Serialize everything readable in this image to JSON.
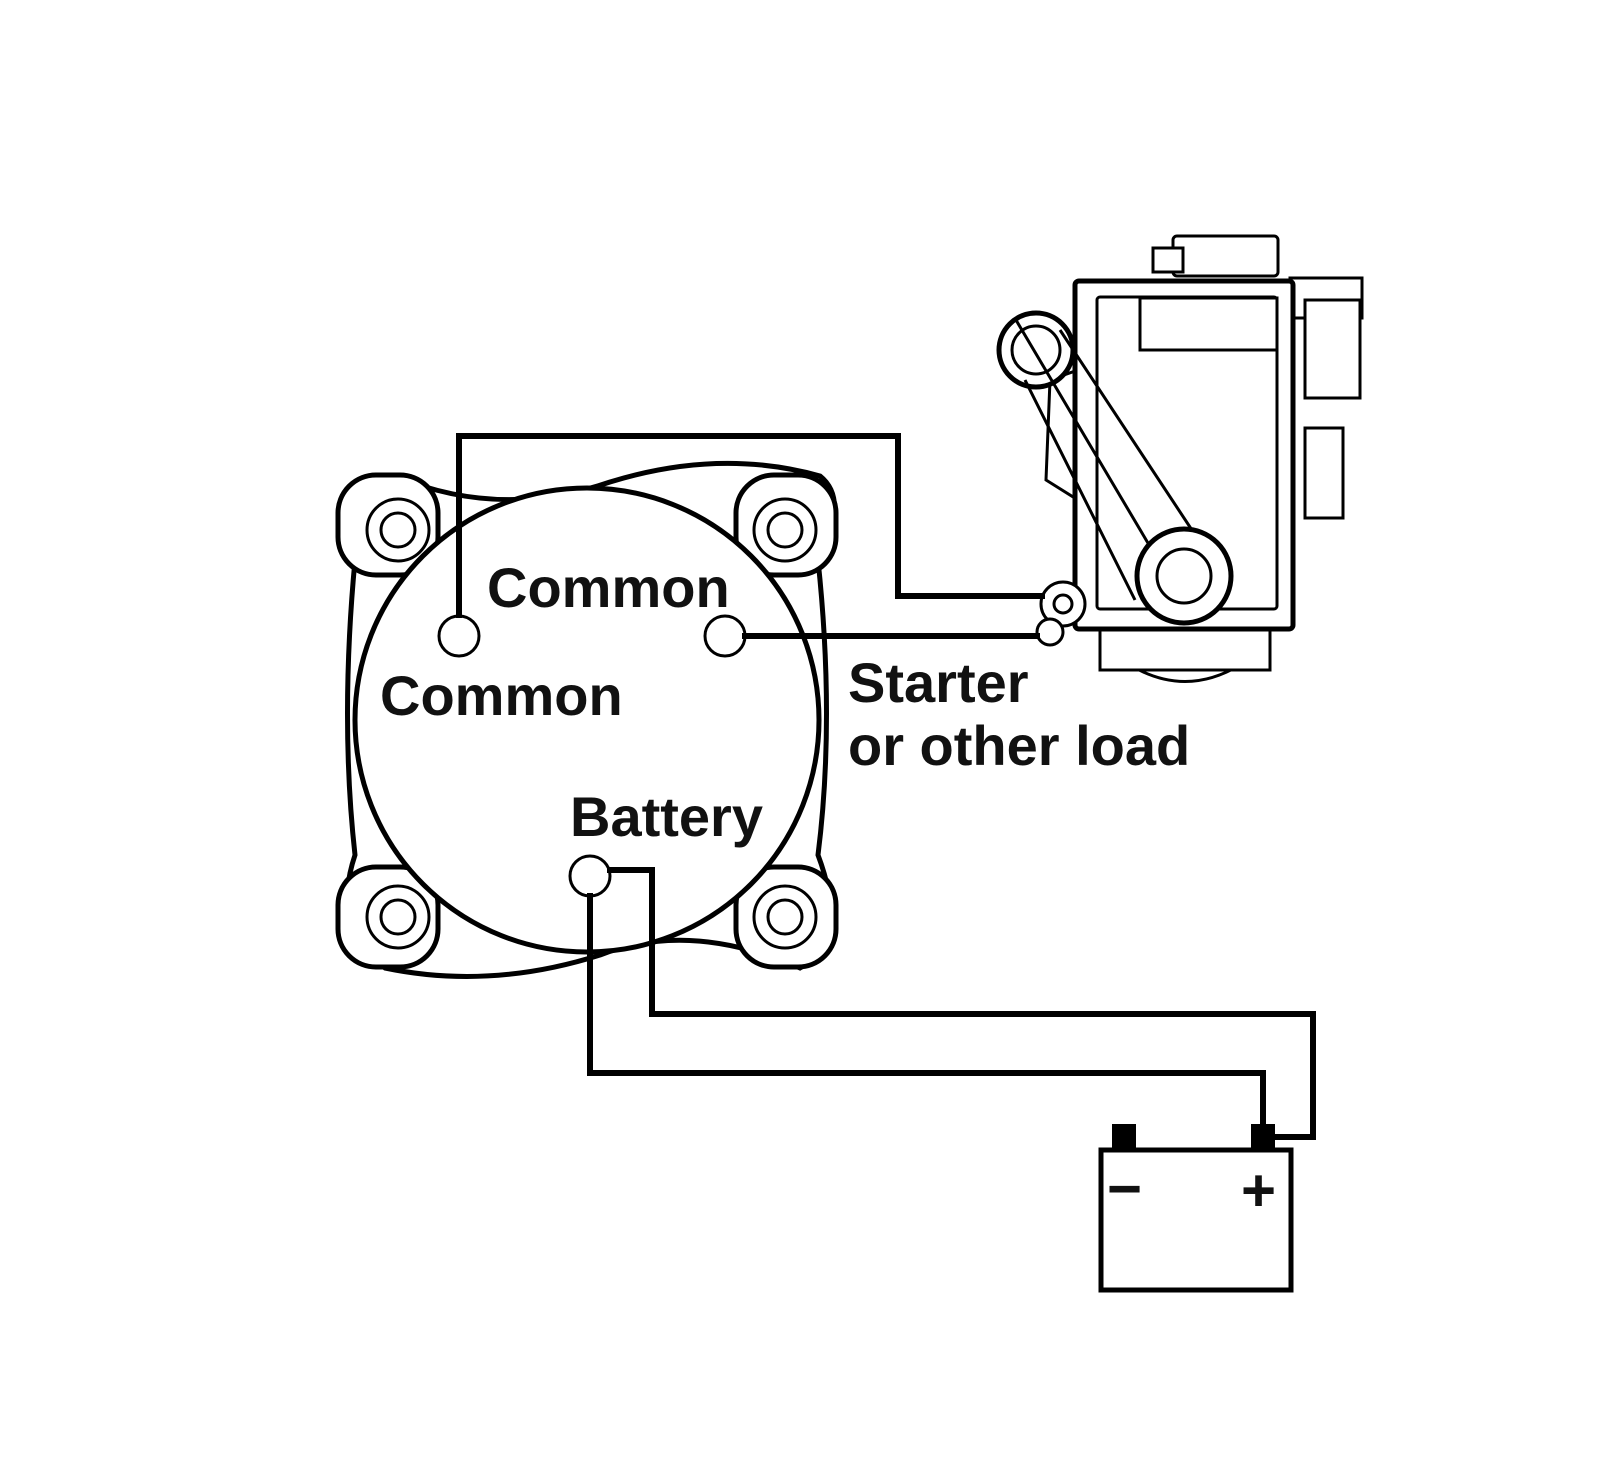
{
  "labels": {
    "common_top": "Common",
    "common_left": "Common",
    "battery": "Battery",
    "starter_line1": "Starter",
    "starter_line2": "or other load"
  },
  "battery_terminals": {
    "negative": "−",
    "positive": "+"
  },
  "colors": {
    "line": "#000000",
    "background": "#ffffff"
  }
}
